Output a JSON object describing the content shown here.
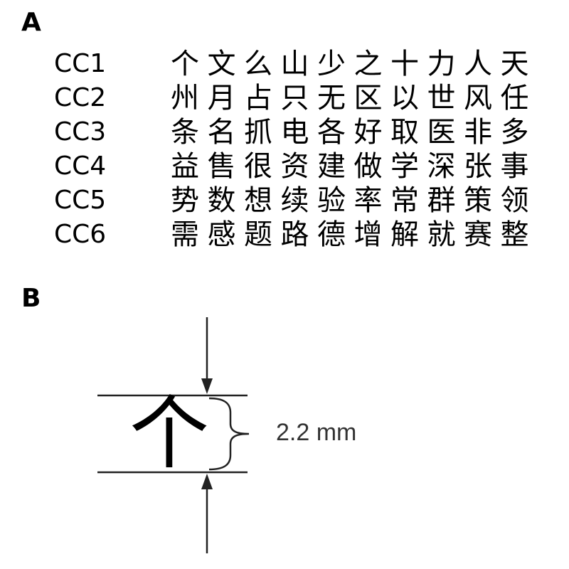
{
  "panels": {
    "a": {
      "label": "A"
    },
    "b": {
      "label": "B"
    }
  },
  "character_sets": [
    {
      "name": "CC1",
      "characters": [
        "个",
        "文",
        "么",
        "山",
        "少",
        "之",
        "十",
        "力",
        "人",
        "天"
      ]
    },
    {
      "name": "CC2",
      "characters": [
        "州",
        "月",
        "占",
        "只",
        "无",
        "区",
        "以",
        "世",
        "风",
        "任"
      ]
    },
    {
      "name": "CC3",
      "characters": [
        "条",
        "名",
        "抓",
        "电",
        "各",
        "好",
        "取",
        "医",
        "非",
        "多"
      ]
    },
    {
      "name": "CC4",
      "characters": [
        "益",
        "售",
        "很",
        "资",
        "建",
        "做",
        "学",
        "深",
        "张",
        "事"
      ]
    },
    {
      "name": "CC5",
      "characters": [
        "势",
        "数",
        "想",
        "续",
        "验",
        "率",
        "常",
        "群",
        "策",
        "领"
      ]
    },
    {
      "name": "CC6",
      "characters": [
        "需",
        "感",
        "题",
        "路",
        "德",
        "增",
        "解",
        "就",
        "赛",
        "整"
      ]
    }
  ],
  "size_diagram": {
    "character": "个",
    "size_label": "2.2 mm"
  },
  "colors": {
    "text": "#000000",
    "line": "#222222"
  }
}
